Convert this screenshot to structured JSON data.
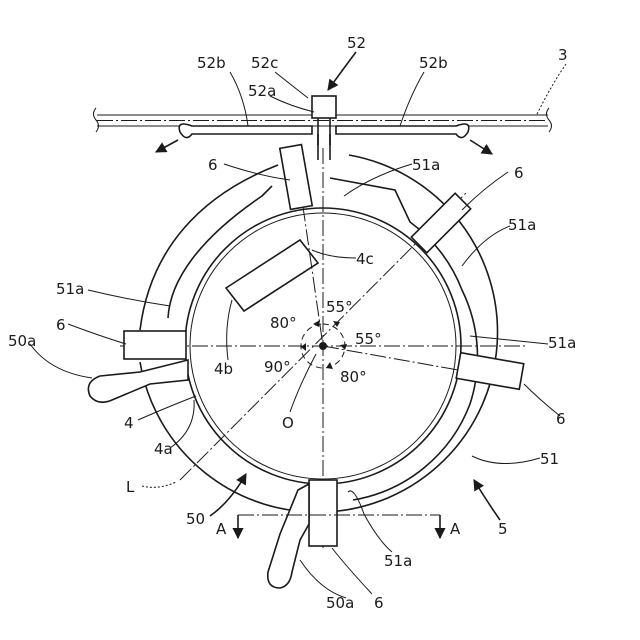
{
  "labels": {
    "n52": "52",
    "n52c": "52c",
    "n52b_left": "52b",
    "n52b_right": "52b",
    "n52a": "52a",
    "n3": "3",
    "n6_upper_left": "6",
    "n51a_top": "51a",
    "n6_upper_right": "6",
    "n51a_right_upper": "51a",
    "n4c": "4c",
    "n51a_left": "51a",
    "n6_left": "6",
    "n50a_left": "50a",
    "n4b": "4b",
    "n51a_right": "51a",
    "angle_80_top": "80°",
    "angle_55_top": "55°",
    "angle_55_right": "55°",
    "angle_90": "90°",
    "angle_80_bottom": "80°",
    "n4": "4",
    "n4a": "4a",
    "nO": "O",
    "n6_right": "6",
    "n51": "51",
    "nL": "L",
    "n50": "50",
    "nA_left": "A",
    "nA_right": "A",
    "n5": "5",
    "n51a_bottom": "51a",
    "n50a_bottom": "50a",
    "n6_bottom": "6"
  }
}
